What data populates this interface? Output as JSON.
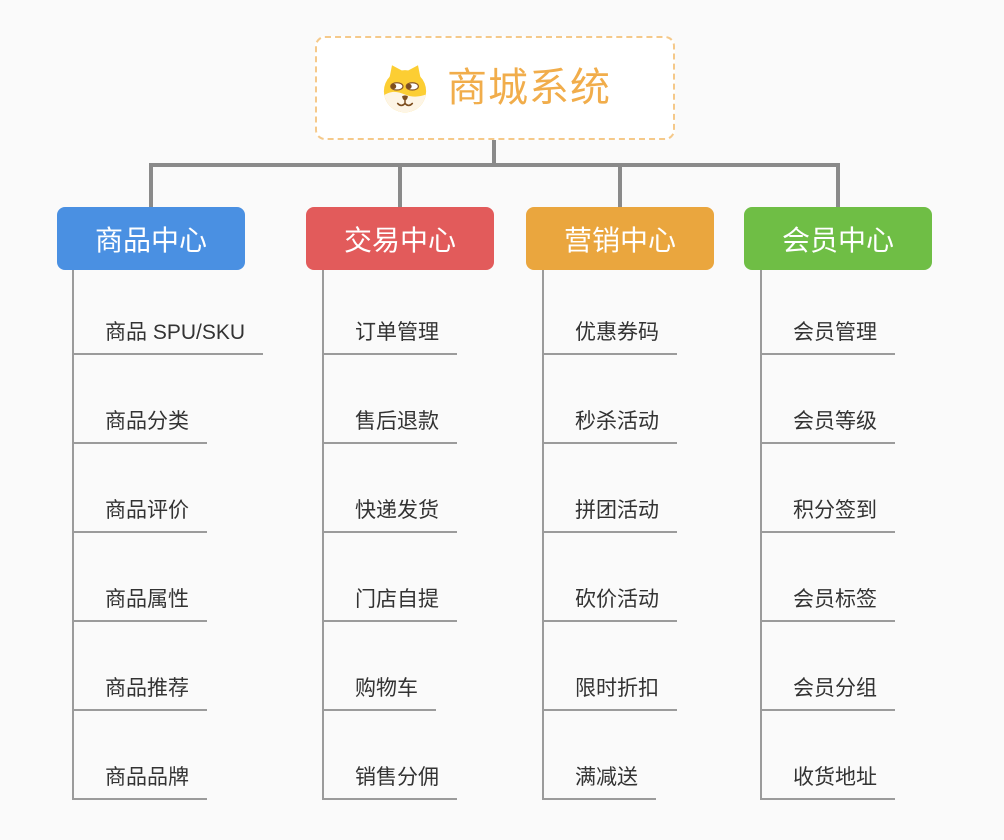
{
  "canvas": {
    "background": "#fafafa"
  },
  "root": {
    "title": "商城系统",
    "title_color": "#f1ad4b",
    "border_color": "#f5c98a",
    "icon": "shiba-dog-icon",
    "background": "#ffffff"
  },
  "connectors": {
    "tree_line_color": "#8a8a8a",
    "child_line_color": "#9b9b9b"
  },
  "branches": [
    {
      "label": "商品中心",
      "color": "#4a90e2",
      "children": [
        "商品 SPU/SKU",
        "商品分类",
        "商品评价",
        "商品属性",
        "商品推荐",
        "商品品牌"
      ]
    },
    {
      "label": "交易中心",
      "color": "#e25b5b",
      "children": [
        "订单管理",
        "售后退款",
        "快递发货",
        "门店自提",
        "购物车",
        "销售分佣"
      ]
    },
    {
      "label": "营销中心",
      "color": "#eaa63e",
      "children": [
        "优惠券码",
        "秒杀活动",
        "拼团活动",
        "砍价活动",
        "限时折扣",
        "满减送"
      ]
    },
    {
      "label": "会员中心",
      "color": "#6fbe45",
      "children": [
        "会员管理",
        "会员等级",
        "积分签到",
        "会员标签",
        "会员分组",
        "收货地址"
      ]
    }
  ]
}
